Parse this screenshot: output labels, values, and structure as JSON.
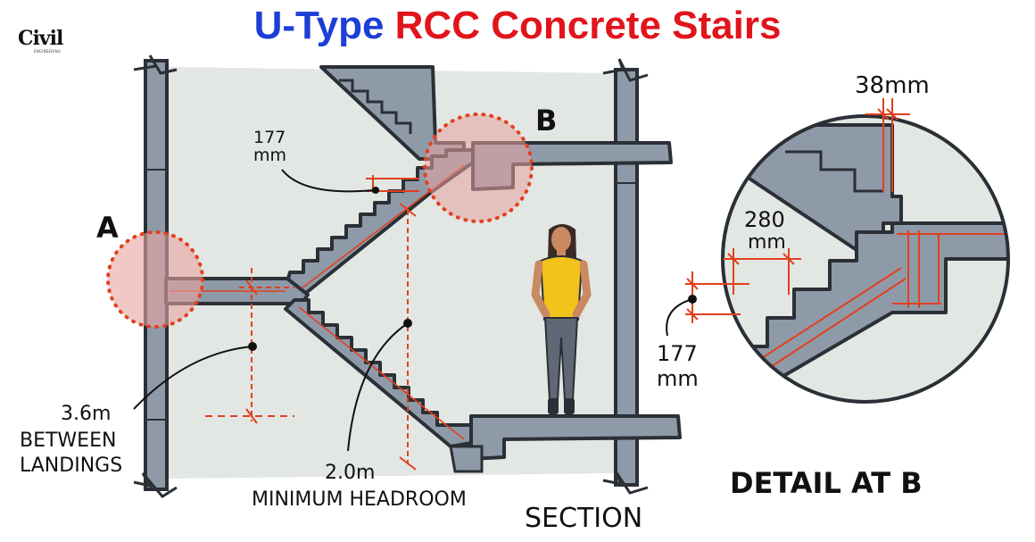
{
  "title": {
    "part1": "U-Type",
    "part2": "RCC Concrete Stairs"
  },
  "logo": {
    "text": "Civil",
    "subtext": "ENGINEERING"
  },
  "labels": {
    "A": "A",
    "B": "B",
    "riser_section_value": "177",
    "riser_section_unit": "mm",
    "between_landings_value": "3.6m",
    "between_landings_line1": "BETWEEN",
    "between_landings_line2": "LANDINGS",
    "headroom_value": "2.0m",
    "headroom_text": "MINIMUM HEADROOM",
    "section": "SECTION",
    "nosing": "38mm",
    "tread_value": "280",
    "tread_unit": "mm",
    "riser_detail_value": "177",
    "riser_detail_unit": "mm",
    "detail_caption": "DETAIL AT B"
  },
  "colors": {
    "title_blue": "#1d3fd6",
    "title_red": "#e1141b",
    "concrete": "#8e9aa8",
    "concrete_dark": "#5c6572",
    "wall_fill": "#e3e7e3",
    "dimension_red": "#e3401e",
    "highlight_pink": "#e7a3a0",
    "shirt_yellow": "#f3c21b",
    "jeans": "#5f6874"
  }
}
